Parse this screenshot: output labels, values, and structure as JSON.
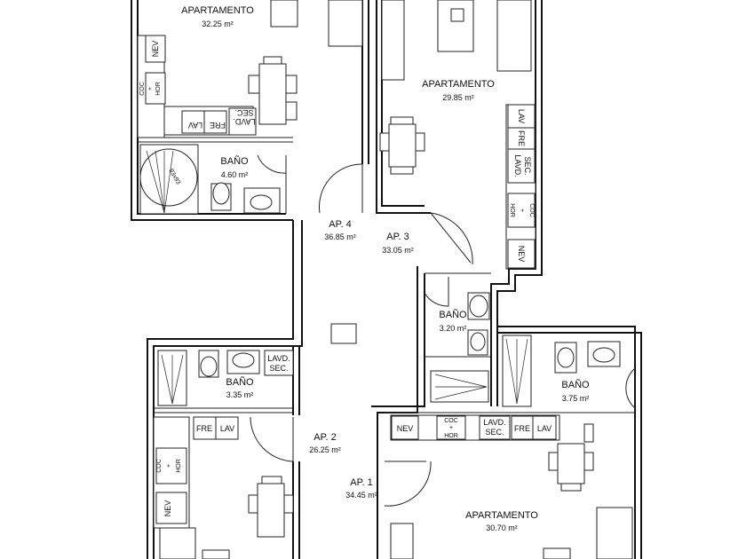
{
  "rooms": {
    "apt_top_left": {
      "name": "APARTAMENTO",
      "area": "32.25 m²"
    },
    "apt_top_right": {
      "name": "APARTAMENTO",
      "area": "29.85 m²"
    },
    "apt_bottom_right": {
      "name": "APARTAMENTO",
      "area": "30.70 m²"
    },
    "bano_top_left": {
      "name": "BAÑO",
      "area": "4.60 m²"
    },
    "bano_center": {
      "name": "BAÑO",
      "area": "3.20 m²"
    },
    "bano_bottom_left": {
      "name": "BAÑO",
      "area": "3.35 m²"
    },
    "bano_bottom_right": {
      "name": "BAÑO",
      "area": "3.75 m²"
    },
    "ap4": {
      "name": "AP. 4",
      "area": "36.85 m²"
    },
    "ap3": {
      "name": "AP. 3",
      "area": "33.05 m²"
    },
    "ap2": {
      "name": "AP. 2",
      "area": "26.25 m²"
    },
    "ap1": {
      "name": "AP. 1",
      "area": "34.45 m²"
    }
  },
  "appliances": {
    "nev": "NEV",
    "coc": "COC",
    "plus": "+",
    "hor": "HOR",
    "lav": "LAV",
    "fre": "FRE",
    "lavd": "LAVD.",
    "sec": "SEC."
  },
  "shower_dim": "93x93"
}
